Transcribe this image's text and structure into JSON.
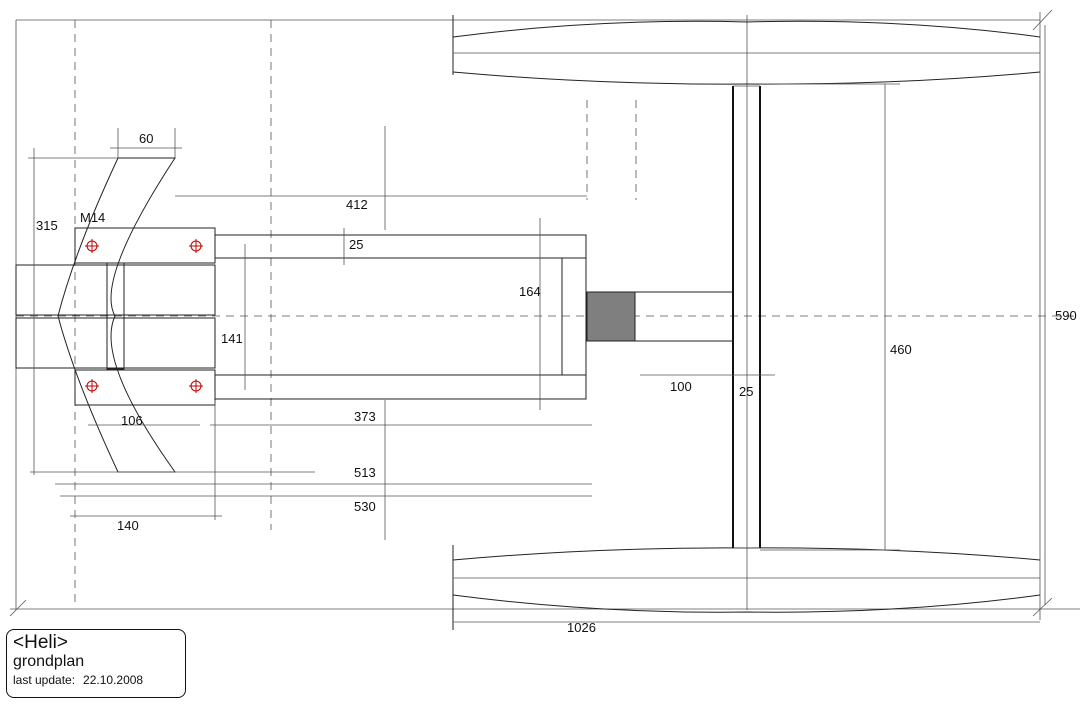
{
  "title_block": {
    "project": "<Heli>",
    "sheet": "grondplan",
    "update_label": "last update:",
    "update_date": "22.10.2008"
  },
  "dimensions": {
    "d60": "60",
    "d315": "315",
    "m14": "M14",
    "d412": "412",
    "d25_upper": "25",
    "d164": "164",
    "d141": "141",
    "d106": "106",
    "d373": "373",
    "d513": "513",
    "d530": "530",
    "d140": "140",
    "d100": "100",
    "d25_lower": "25",
    "d460": "460",
    "d590": "590",
    "d1026": "1026"
  },
  "colors": {
    "line": "#222222",
    "hole": "#c00000",
    "block": "#7f7f7f"
  }
}
